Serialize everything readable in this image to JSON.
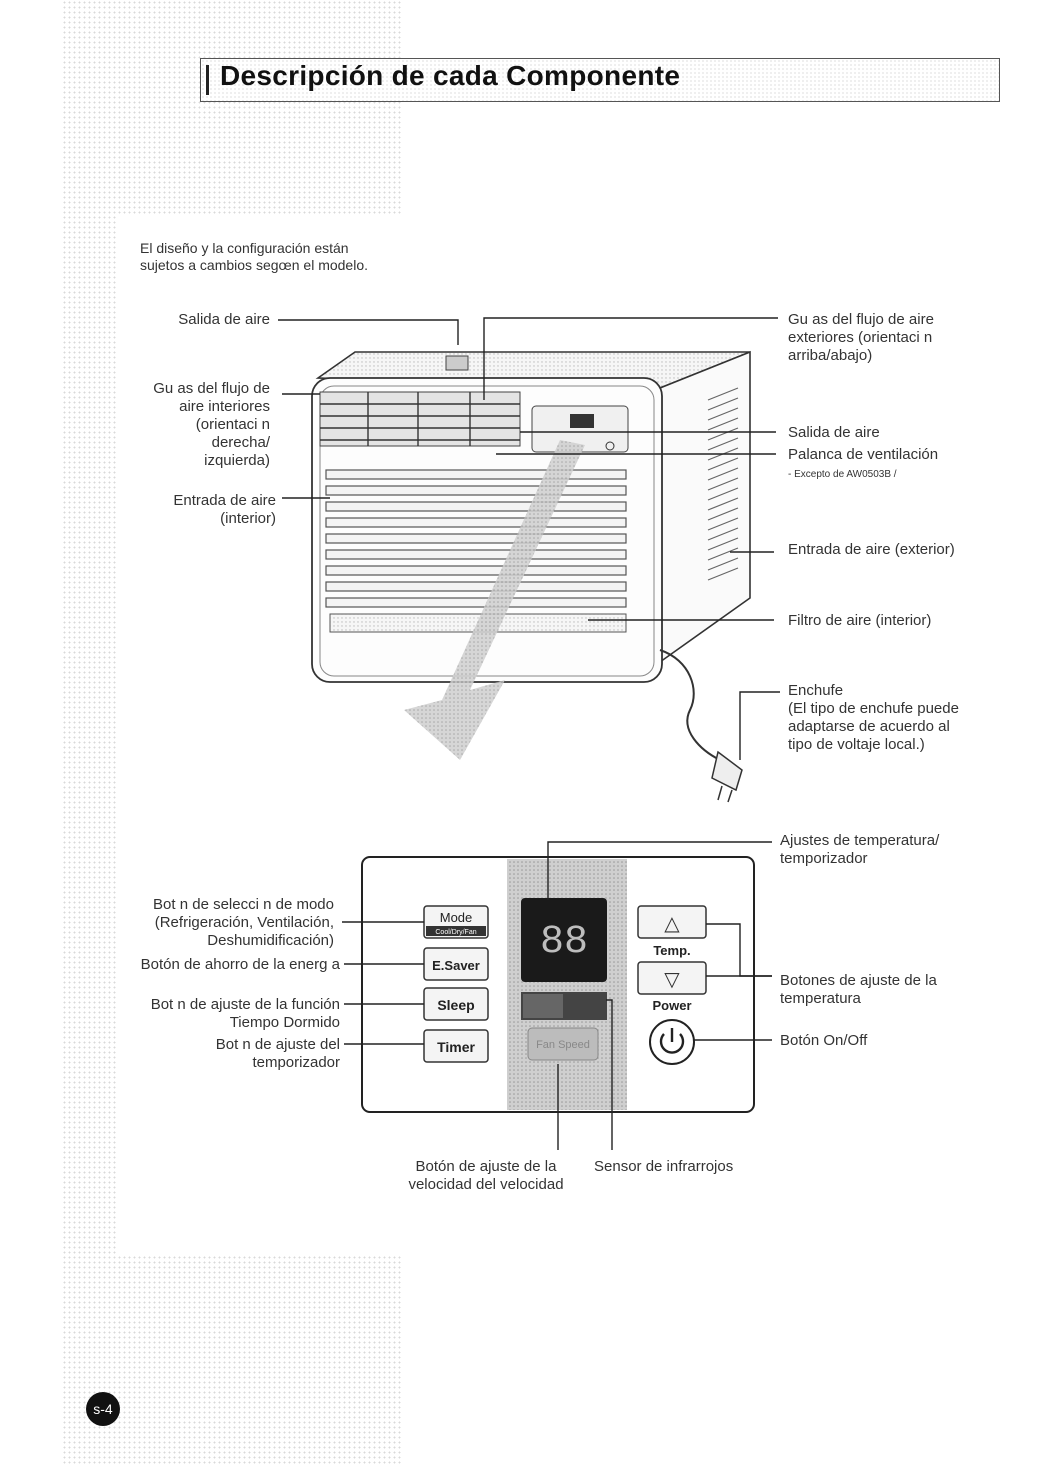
{
  "header": {
    "title": "Descripción de cada Componente"
  },
  "intro": {
    "line1": "El diseño y la configuración están",
    "line2": "sujetos a cambios segœn el modelo."
  },
  "unit_labels": {
    "air_outlet_top": "Salida de aire",
    "inner_guides": [
      "Gu as del flujo de",
      "aire interiores",
      "(orientaci n",
      "derecha/",
      "izquierda)"
    ],
    "air_inlet_inner": [
      "Entrada de aire",
      "(interior)"
    ],
    "outer_guides": [
      "Gu as del flujo de aire",
      "exteriores (orientaci n",
      "arriba/abajo)"
    ],
    "air_outlet_right": "Salida de aire",
    "vent_lever": "Palanca de ventilación",
    "vent_lever_note": "- Excepto de AW0503B /",
    "air_inlet_outer": "Entrada de aire (exterior)",
    "air_filter": "Filtro de aire (interior)",
    "plug": [
      "Enchufe",
      "(El tipo de enchufe puede",
      "adaptarse de acuerdo al",
      "tipo de voltaje local.)"
    ]
  },
  "panel_labels": {
    "temp_timer": [
      "Ajustes de temperatura/",
      "temporizador"
    ],
    "mode_button": [
      "Bot n de selecci n de modo",
      "(Refrigeración, Ventilación,",
      "Deshumidificación)"
    ],
    "energy_button": "Botón de ahorro de la energ a",
    "sleep_button": [
      "Bot n de ajuste de la función",
      "Tiempo Dormido"
    ],
    "timer_button": [
      "Bot n de ajuste del",
      "temporizador"
    ],
    "temp_buttons": [
      "Botones de ajuste de la",
      "temperatura"
    ],
    "onoff": "Botón On/Off",
    "fan_speed": [
      "Botón de ajuste de la",
      "velocidad del velocidad"
    ],
    "ir_sensor": "Sensor de infrarrojos"
  },
  "panel": {
    "mode": "Mode",
    "mode_sub": "Cool/Dry/Fan",
    "esaver": "E.Saver",
    "sleep": "Sleep",
    "timer": "Timer",
    "display": "88",
    "fan_speed": "Fan Speed",
    "temp": "Temp.",
    "power": "Power",
    "up_symbol": "△",
    "down_symbol": "▽"
  },
  "page": {
    "number": "s-4"
  }
}
